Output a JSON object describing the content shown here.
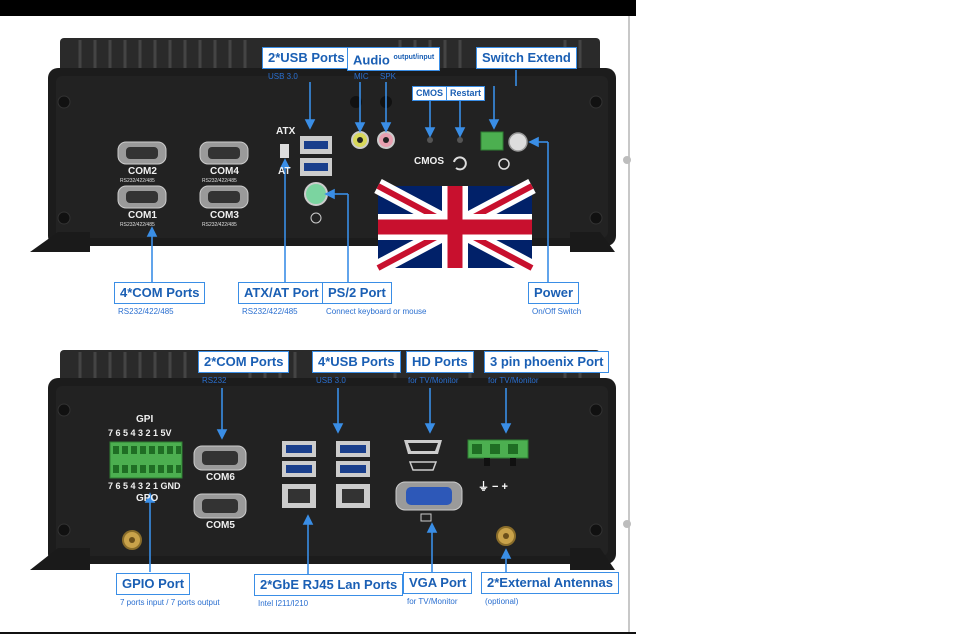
{
  "top_panel": {
    "labels": {
      "usb": "2*USB Ports",
      "audio": "Audio",
      "audio_sup": "output/input",
      "switch_extend": "Switch Extend",
      "cmos": "CMOS",
      "restart": "Restart",
      "com": "4*COM Ports",
      "atx_at": "ATX/AT Port",
      "ps2": "PS/2 Port",
      "power": "Power"
    },
    "sublabels": {
      "usb": "USB 3.0",
      "mic": "MIC",
      "spk": "SPK",
      "com": "RS232/422/485",
      "atx_at": "RS232/422/485",
      "ps2": "Connect keyboard or mouse",
      "power": "On/Off Switch"
    },
    "panel_text": {
      "com2": "COM2",
      "com4": "COM4",
      "com1": "COM1",
      "com3": "COM3",
      "com_spec": "RS232/422/485",
      "atx": "ATX",
      "at": "AT",
      "cmos": "CMOS"
    }
  },
  "bottom_panel": {
    "labels": {
      "com": "2*COM Ports",
      "usb": "4*USB Ports",
      "hd": "HD Ports",
      "phoenix": "3 pin phoenix Port",
      "gpio": "GPIO Port",
      "lan": "2*GbE RJ45 Lan Ports",
      "vga": "VGA Port",
      "antennas": "2*External Antennas"
    },
    "sublabels": {
      "com": "RS232",
      "usb": "USB 3.0",
      "hd": "for TV/Monitor",
      "phoenix": "for TV/Monitor",
      "gpio": "7 ports input / 7 ports output",
      "lan": "Intel I211/I210",
      "vga": "for TV/Monitor",
      "antennas": "(optional)"
    },
    "panel_text": {
      "gpi": "GPI",
      "gpi_pins": "7 6 5 4 3 2 1 5V",
      "gpo_pins": "7 6 5 4 3 2 1 GND",
      "gpo": "GPO",
      "com6": "COM6",
      "com5": "COM5",
      "phoenix_pins": "⏚ − +"
    }
  },
  "colors": {
    "label_border": "#3a8ee6",
    "label_text": "#1a5fb4",
    "chassis": "#1c1c1c",
    "uk_blue": "#012169",
    "uk_red": "#C8102E"
  }
}
